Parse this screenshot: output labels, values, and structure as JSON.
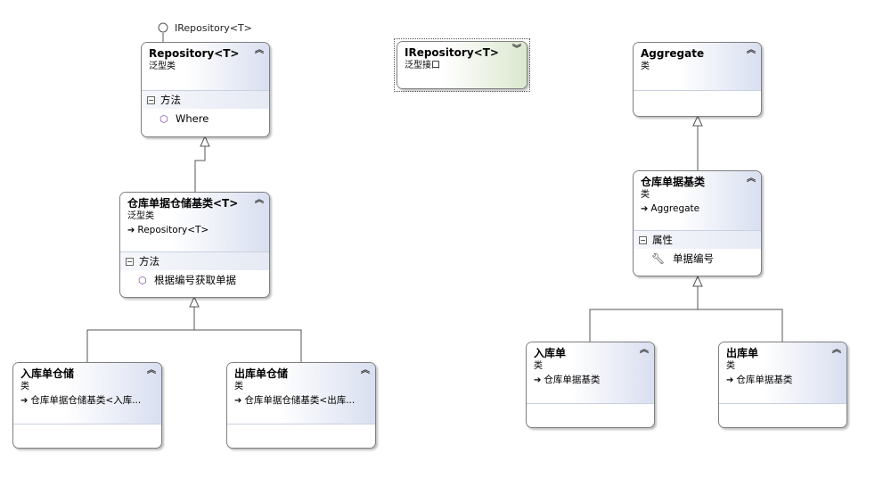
{
  "diagram": {
    "lollipop_label": "IRepository<T>",
    "shapes": {
      "repository": {
        "title": "Repository<T>",
        "stereotype": "泛型类",
        "compartment": "方法",
        "members": [
          "Where"
        ]
      },
      "irepository": {
        "title": "IRepository<T>",
        "stereotype": "泛型接口"
      },
      "aggregate": {
        "title": "Aggregate",
        "stereotype": "类"
      },
      "warehouse_repo_base": {
        "title": "仓库单据仓储基类<T>",
        "stereotype": "泛型类",
        "base": "Repository<T>",
        "compartment": "方法",
        "members": [
          "根据编号获取单据"
        ]
      },
      "warehouse_doc_base": {
        "title": "仓库单据基类",
        "stereotype": "类",
        "base": "Aggregate",
        "compartment": "属性",
        "members": [
          "单据编号"
        ]
      },
      "inbound_repo": {
        "title": "入库单仓储",
        "stereotype": "类",
        "base": "仓库单据仓储基类<入库..."
      },
      "outbound_repo": {
        "title": "出库单仓储",
        "stereotype": "类",
        "base": "仓库单据仓储基类<出库..."
      },
      "inbound_doc": {
        "title": "入库单",
        "stereotype": "类",
        "base": "仓库单据基类"
      },
      "outbound_doc": {
        "title": "出库单",
        "stereotype": "类",
        "base": "仓库单据基类"
      }
    },
    "icons": {
      "collapse": "chevron-double-up-icon",
      "expand": "chevron-double-down-icon",
      "method": "method-cube-icon",
      "property": "wrench-icon",
      "inherit": "inherit-arrow-icon",
      "compartment_toggle": "minus-box-icon"
    }
  }
}
